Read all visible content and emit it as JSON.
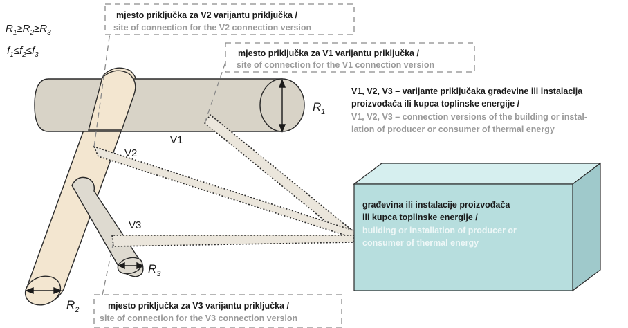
{
  "conditions": {
    "radius_line": {
      "r1": "R",
      "r1_sub": "1",
      "ge1": "≥",
      "r2": "R",
      "r2_sub": "2",
      "ge2": "≥",
      "r3": "R",
      "r3_sub": "3"
    },
    "freq_line": {
      "f1": "f",
      "f1_sub": "1",
      "le1": "≤",
      "f2": "f",
      "f2_sub": "2",
      "le2": "≤",
      "f3": "f",
      "f3_sub": "3"
    }
  },
  "callouts": {
    "v2": {
      "hr": "mjesto priključka za V2 varijantu priključka /",
      "en": "site of connection for the V2 connection version"
    },
    "v1": {
      "hr": "mjesto priključka za V1 varijantu priključka /",
      "en": "site of connection for the V1 connection version"
    },
    "v3": {
      "hr": "mjesto priključka za V3 varijantu priključka /",
      "en": "site of connection for the V3 connection version"
    }
  },
  "legend": {
    "hr_line1": "V1, V2, V3 – varijante priključaka građevine ili instalacija",
    "hr_line2": "proizvođača ili kupca toplinske energije /",
    "en_line1": "V1, V2, V3 – connection versions  of the building or instal-",
    "en_line2": "lation of producer or consumer of thermal energy"
  },
  "building": {
    "hr_line1": "građevina ili instalacije proizvođača",
    "hr_line2": "ili kupca toplinske energije /",
    "en_line1": "building or installation of producer or",
    "en_line2": "consumer of thermal energy"
  },
  "pipe_labels": {
    "R1": "R",
    "R1_sub": "1",
    "R2": "R",
    "R2_sub": "2",
    "R3": "R",
    "R3_sub": "3"
  },
  "connection_labels": {
    "v1": "V1",
    "v2": "V2",
    "v3": "V3"
  },
  "colors": {
    "pipe_r1": "#d8d3c7",
    "pipe_r2": "#f3e6d0",
    "pipe_r3": "#dedad0",
    "connection_fill": "#ebe6dc",
    "box_front": "#b7dede",
    "box_top": "#d6efef",
    "box_side": "#9fc9cb",
    "outline": "#2a2a2a",
    "dash": "#8a8a8a"
  }
}
